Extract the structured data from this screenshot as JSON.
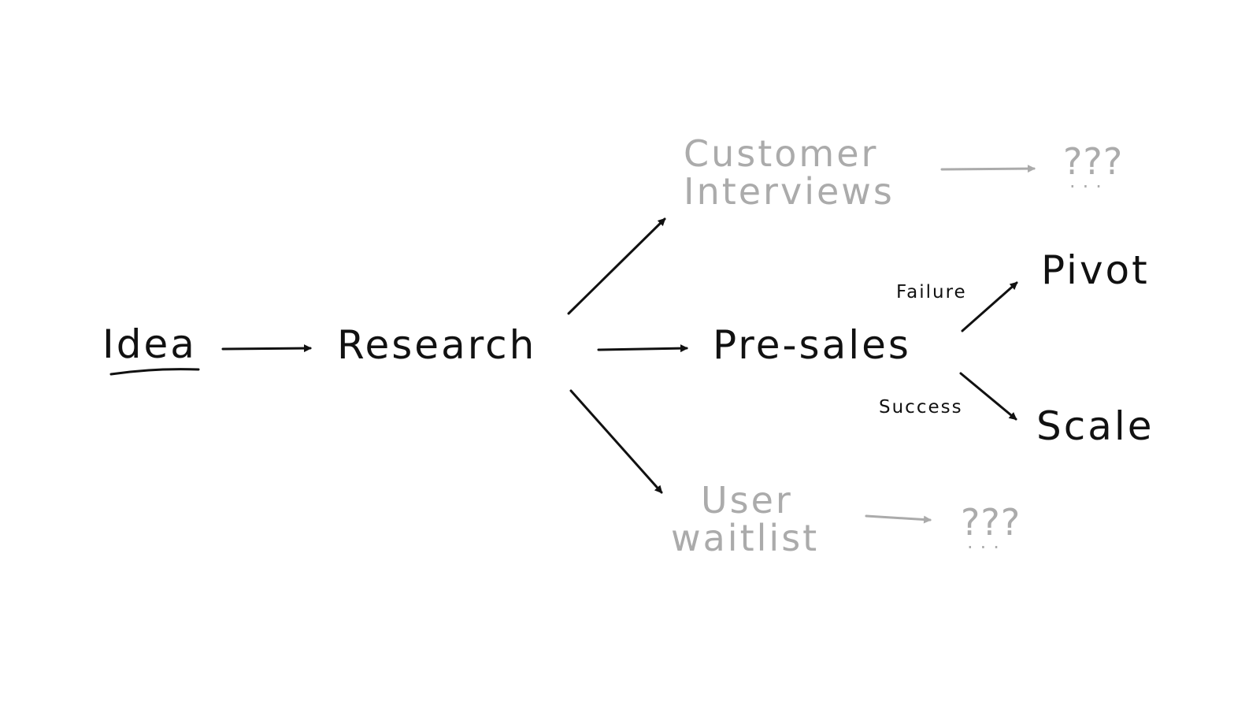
{
  "nodes": {
    "idea": "Idea",
    "research": "Research",
    "customer_interviews_line1": "Customer",
    "customer_interviews_line2": "Interviews",
    "pre_sales": "Pre-sales",
    "user_waitlist_line1": "User",
    "user_waitlist_line2": "waitlist",
    "pivot": "Pivot",
    "scale": "Scale",
    "unknown_top": "???",
    "unknown_bottom": "???",
    "ellipsis_top": "...",
    "ellipsis_bottom": "..."
  },
  "edge_labels": {
    "failure": "Failure",
    "success": "Success"
  },
  "colors": {
    "primary_ink": "#111111",
    "faded_ink": "#ababab"
  }
}
